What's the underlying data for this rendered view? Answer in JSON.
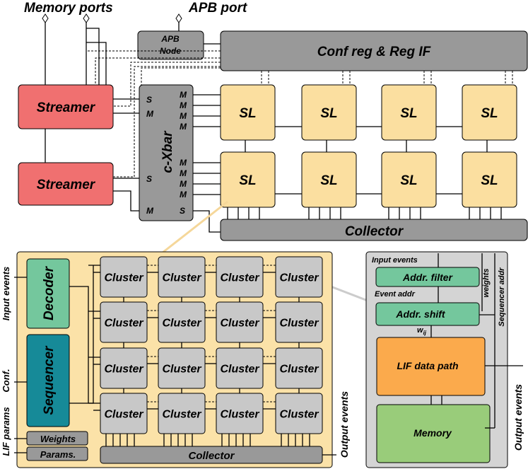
{
  "top_labels": {
    "memory_ports": "Memory ports",
    "apb_port": "APB port"
  },
  "blocks": {
    "apb_node": [
      "APB",
      "Node"
    ],
    "conf_reg": "Conf reg & Reg IF",
    "streamer_1": "Streamer",
    "streamer_2": "Streamer",
    "xbar": "c-Xbar",
    "sl": "SL",
    "collector_top": "Collector",
    "port_s": "S",
    "port_m": "M"
  },
  "core": {
    "left_labels": {
      "input_events": "Input events",
      "conf": "Conf.",
      "lif_params": "LIF params"
    },
    "decoder": "Decoder",
    "sequencer": "Sequencer",
    "weights": "Weights",
    "params": "Params.",
    "cluster": "Cluster",
    "collector": "Collector",
    "output_events": "Output events"
  },
  "cluster_detail": {
    "input_events": "Input events",
    "addr_filter": "Addr. filter",
    "event_addr": "Event addr",
    "addr_shift": "Addr. shift",
    "wij": "w",
    "wij_sub": "ij",
    "weights": "weights",
    "sequencer_addr": "Sequencer addr",
    "lif_data_path": "LIF data path",
    "memory": "Memory",
    "output_events": "Output events"
  },
  "colors": {
    "gray_block": "#999999",
    "streamer": "#f07070",
    "sl": "#fbdfa0",
    "core_bg": "#fbe2a8",
    "cluster": "#c8c8c8",
    "decoder": "#74c79d",
    "sequencer": "#168a98",
    "detail_bg": "#d4d4d4",
    "addr_green": "#74c79d",
    "lif_orange": "#fbaa4c",
    "memory_green": "#99cc7a"
  }
}
